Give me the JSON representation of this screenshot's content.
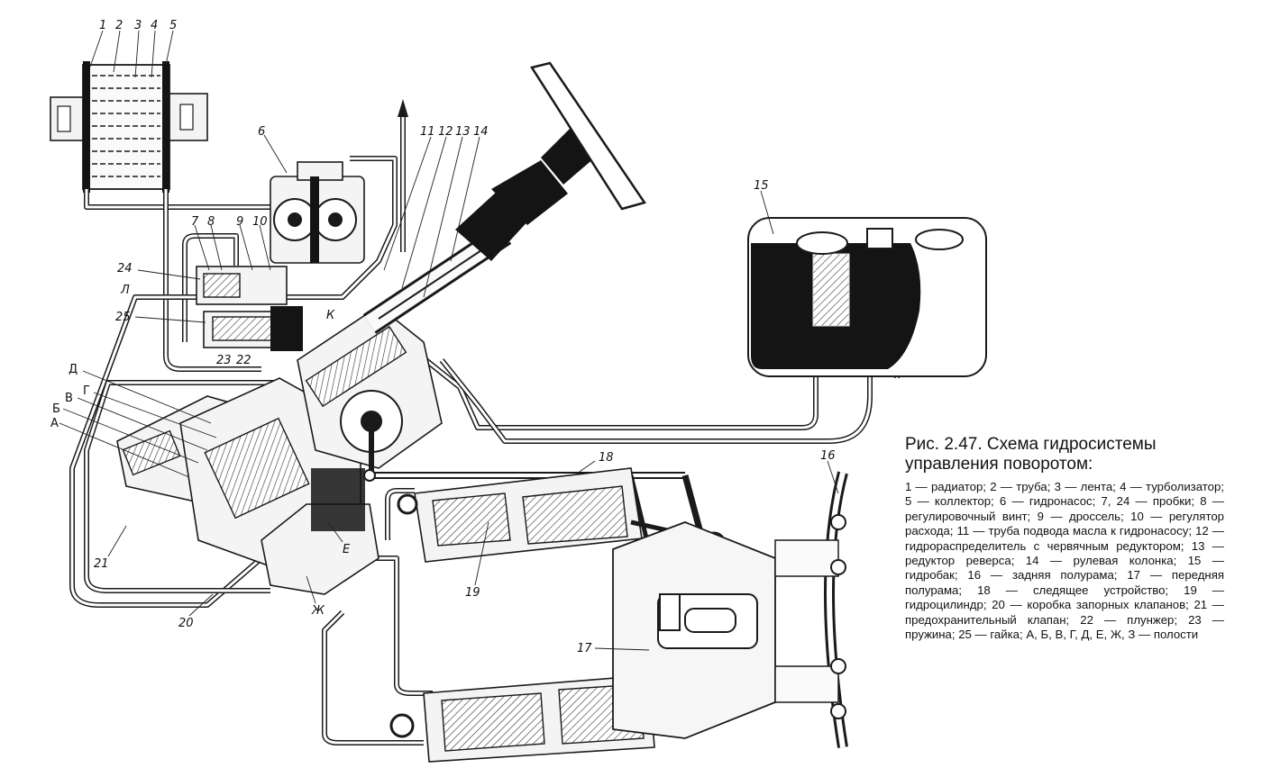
{
  "caption": {
    "title": "Рис. 2.47. Схема гидросистемы управления поворотом:",
    "legend": [
      "1 — радиатор;",
      "2 — труба;",
      "3 — лента;",
      "4 — турболизатор;",
      "5 — коллектор;",
      "6 — гидронасос;",
      "7, 24 — пробки;",
      "8 — регулировочный винт;",
      "9 — дроссель;",
      "10 — регулятор расхода;",
      "11 — труба подвода масла к гидронасосу;",
      "12 — гидрораспределитель с червячным редуктором;",
      "13 — редуктор реверса;",
      "14 — рулевая колонка;",
      "15 — гидробак;",
      "16 — задняя полурама;",
      "17 — передняя полурама;",
      "18 — следящее устройство;",
      "19 — гидроцилиндр;",
      "20 — коробка запорных клапанов;",
      "21 — предохранительный клапан;",
      "22 — плунжер;",
      "23 — пружина;",
      "25 — гайка;",
      "А, Б, В, Г, Д, Е, Ж, З — полости"
    ]
  },
  "labels": {
    "n1": "1",
    "n2": "2",
    "n3": "3",
    "n4": "4",
    "n5": "5",
    "n6": "6",
    "n7": "7",
    "n8": "8",
    "n9": "9",
    "n10": "10",
    "n11": "11",
    "n12": "12",
    "n13": "13",
    "n14": "14",
    "n15": "15",
    "n16": "16",
    "n17": "17",
    "n18": "18",
    "n19": "19",
    "n20": "20",
    "n21": "21",
    "n22": "22",
    "n23": "23",
    "n24": "24",
    "n25": "25",
    "cavity_D": "Д",
    "cavity_G": "Г",
    "cavity_V": "В",
    "cavity_B": "Б",
    "cavity_A": "А",
    "cavity_E": "Е",
    "cavity_Zh": "Ж",
    "cavity_K": "К",
    "cavity_L": "Л"
  }
}
